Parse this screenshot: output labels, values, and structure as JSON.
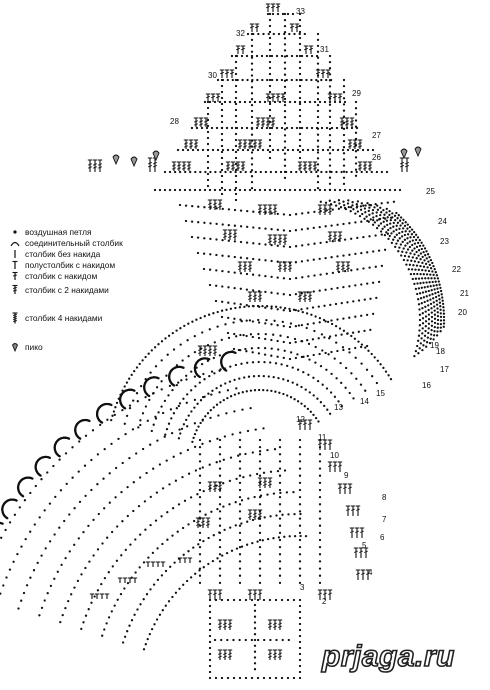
{
  "legend": {
    "items": [
      {
        "symbol": "chain-stitch-icon",
        "label": "воздушная петля"
      },
      {
        "symbol": "slip-stitch-icon",
        "label": "соединительный столбик"
      },
      {
        "symbol": "single-crochet-icon",
        "label": "столбик без накида"
      },
      {
        "symbol": "half-double-crochet-icon",
        "label": "полустолбик с накидом"
      },
      {
        "symbol": "double-crochet-icon",
        "label": "столбик с накидом"
      },
      {
        "symbol": "treble-crochet-icon",
        "label": "столбик с 2 накидами"
      },
      {
        "symbol": "quadruple-treble-icon",
        "label": "столбик 4 накидами"
      },
      {
        "symbol": "picot-icon",
        "label": "пико"
      }
    ]
  },
  "row_numbers": [
    "2",
    "3",
    "4",
    "5",
    "6",
    "7",
    "8",
    "9",
    "10",
    "11",
    "12",
    "13",
    "14",
    "15",
    "16",
    "17",
    "18",
    "19",
    "20",
    "21",
    "22",
    "23",
    "24",
    "25",
    "26",
    "27",
    "28",
    "29",
    "30",
    "31",
    "32",
    "33"
  ],
  "watermark": "prjaga.ru",
  "colors": {
    "ink": "#111111",
    "background": "#ffffff"
  }
}
